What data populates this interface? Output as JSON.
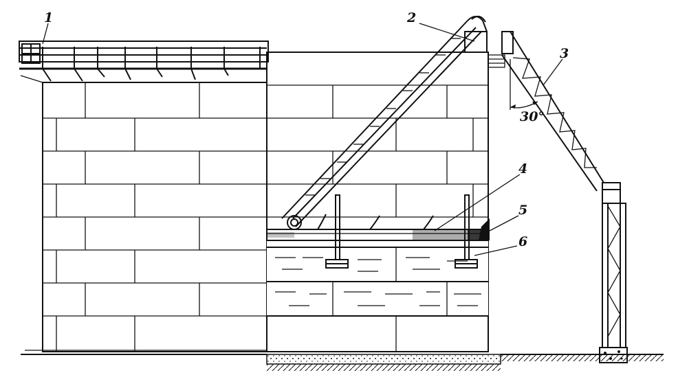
{
  "labels": {
    "l1": "1",
    "l2": "2",
    "l3": "3",
    "l4": "4",
    "l5": "5",
    "l6": "6",
    "angle": "30°"
  },
  "colors": {
    "ink": "#111111",
    "paper": "#ffffff",
    "water": "#ffffff"
  },
  "icons": [
    "railing-icon",
    "stair-icon",
    "truss-icon",
    "angle-arc-icon"
  ]
}
